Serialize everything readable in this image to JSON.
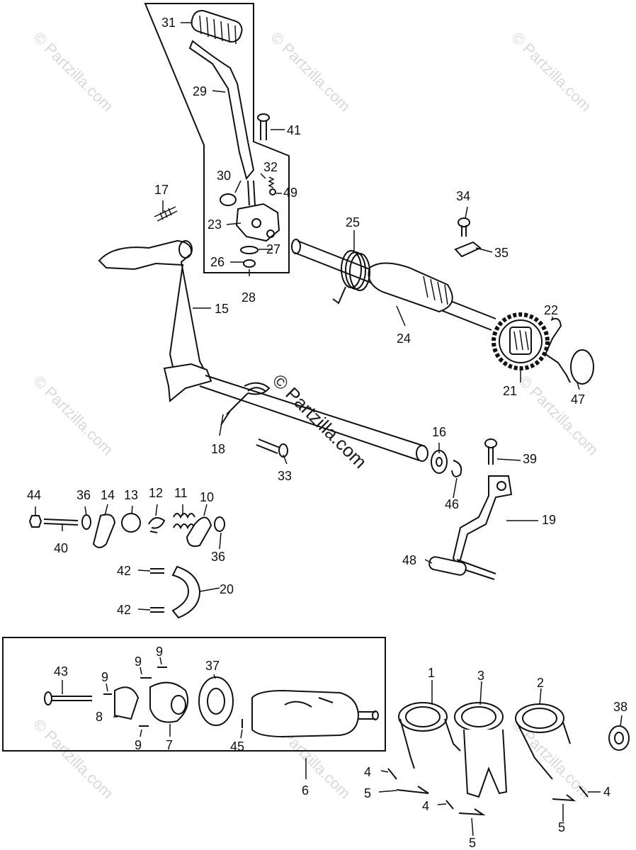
{
  "watermark": {
    "text": "© Partzilla.com",
    "center_text": "© Partzilla.com"
  },
  "callouts": {
    "c1": "1",
    "c2": "2",
    "c3": "3",
    "c4a": "4",
    "c4b": "4",
    "c4c": "4",
    "c5a": "5",
    "c5b": "5",
    "c5c": "5",
    "c6": "6",
    "c7": "7",
    "c8": "8",
    "c9a": "9",
    "c9b": "9",
    "c9c": "9",
    "c9d": "9",
    "c10": "10",
    "c11": "11",
    "c12": "12",
    "c13": "13",
    "c14": "14",
    "c15": "15",
    "c16": "16",
    "c17": "17",
    "c18": "18",
    "c19": "19",
    "c20": "20",
    "c21": "21",
    "c22": "22",
    "c23": "23",
    "c24": "24",
    "c25": "25",
    "c26": "26",
    "c27": "27",
    "c28": "28",
    "c29": "29",
    "c30": "30",
    "c31": "31",
    "c32": "32",
    "c33": "33",
    "c34": "34",
    "c35": "35",
    "c36a": "36",
    "c36b": "36",
    "c37": "37",
    "c38": "38",
    "c39": "39",
    "c40": "40",
    "c41": "41",
    "c42a": "42",
    "c42b": "42",
    "c43": "43",
    "c44": "44",
    "c45": "45",
    "c46": "46",
    "c47": "47",
    "c48": "48",
    "c49": "49"
  }
}
